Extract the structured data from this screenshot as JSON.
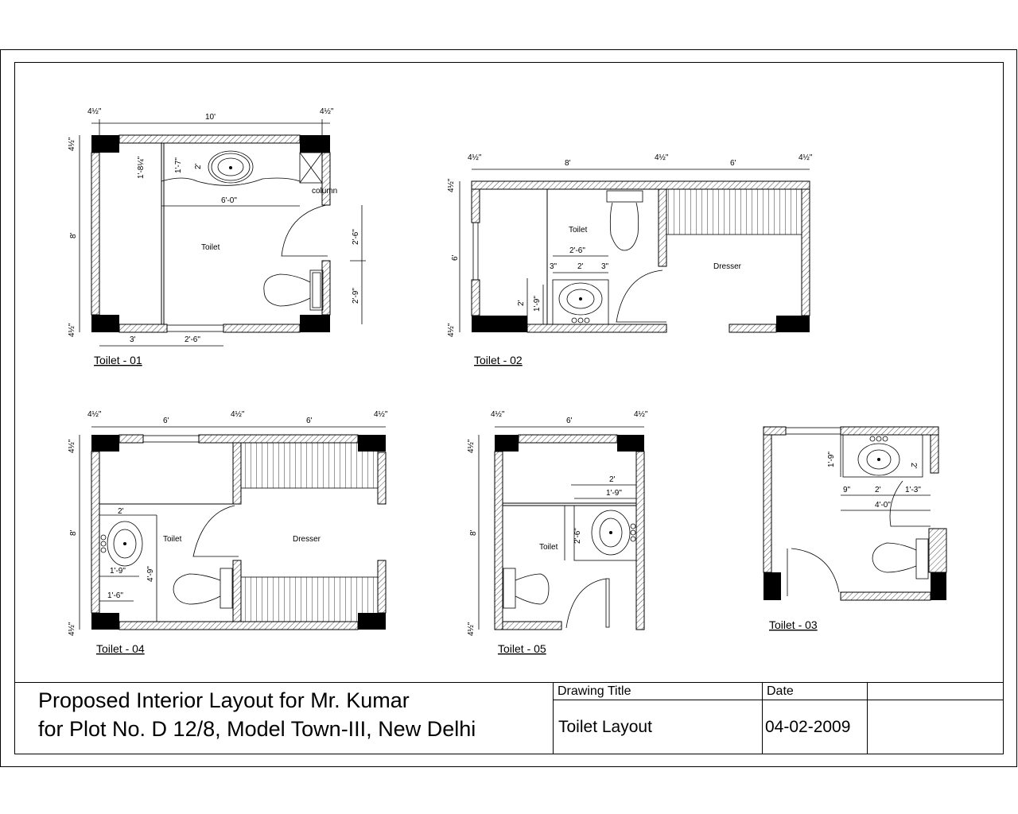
{
  "title_block": {
    "project_line1": "Proposed Interior Layout for Mr. Kumar",
    "project_line2": "for Plot No. D 12/8, Model Town-III, New Delhi",
    "drawing_title_label": "Drawing Title",
    "drawing_title": "Toilet Layout",
    "date_label": "Date",
    "date": "04-02-2009"
  },
  "wall_thickness": "4½\"",
  "room_labels": {
    "toilet": "Toilet",
    "dresser": "Dresser",
    "column": "column"
  },
  "toilet_01": {
    "caption": "Toilet - 01",
    "dims": {
      "width": "10'",
      "depth": "8'",
      "bottom_left": "3'",
      "bottom_window": "2'-6\"",
      "right_upper": "2'-6\"",
      "right_lower": "2'-9\"",
      "counter": "6'-0\"",
      "counter_depth_a": "1'-8¼\"",
      "counter_depth_b": "1'-7\"",
      "counter_depth_c": "2'"
    }
  },
  "toilet_02": {
    "caption": "Toilet - 02",
    "dims": {
      "width_toilet": "8'",
      "width_dresser": "6'",
      "depth": "6'",
      "vanity": "2'-6\"",
      "side_left": "3\"",
      "basin": "2'",
      "side_right": "3\"",
      "vanity_depth": "2'",
      "basin_depth": "1'-9\""
    }
  },
  "toilet_03": {
    "caption": "Toilet - 03",
    "dims": {
      "basin_depth": "1'-9\"",
      "vanity_depth": "2'",
      "left": "9\"",
      "basin": "2'",
      "right": "1'-3\"",
      "total": "4'-0\""
    }
  },
  "toilet_04": {
    "caption": "Toilet - 04",
    "dims": {
      "width_toilet": "6'",
      "width_dresser": "6'",
      "depth": "8'",
      "vanity": "2'",
      "basin": "1'-9\"",
      "lower": "1'-6\"",
      "vanity_length": "4'-9\""
    }
  },
  "toilet_05": {
    "caption": "Toilet - 05",
    "dims": {
      "width": "6'",
      "depth": "8'",
      "vanity": "2'",
      "basin": "1'-9\"",
      "vanity_length": "2'-6\""
    }
  }
}
